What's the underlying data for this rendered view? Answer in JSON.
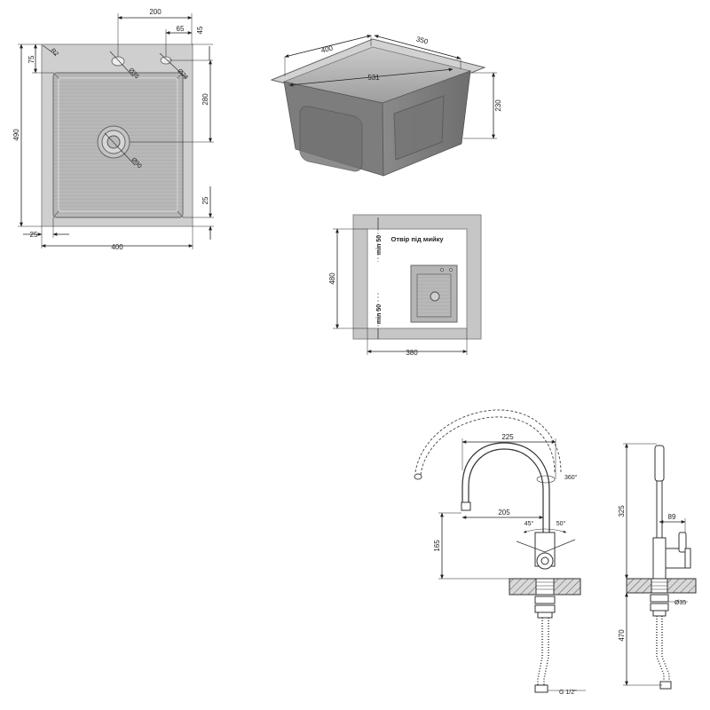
{
  "sink_top_view": {
    "dim_width_total": "400",
    "dim_width_taps": "200",
    "dim_tap_offset": "65",
    "dim_tap_top": "45",
    "dim_tap_side": "75",
    "dim_height_total": "490",
    "dim_height_upper": "280",
    "dim_flange_bottom": "25",
    "dim_flange_left": "25",
    "corner_radius": "R2",
    "hole_tap": "Ø35",
    "hole_dispenser": "Ø28",
    "drain": "Ø90"
  },
  "sink_3d_view": {
    "dim_length": "400",
    "dim_width": "350",
    "dim_diagonal": "531",
    "dim_depth": "230"
  },
  "cutout_view": {
    "label": "Отвір під мийку",
    "dim_height": "480",
    "dim_width": "380",
    "min_top": "min 50",
    "min_bottom": "min 50"
  },
  "faucet_front": {
    "dim_reach": "225",
    "dim_spout": "205",
    "dim_height": "165",
    "angle_rotate": "360°",
    "angle_left": "45°",
    "angle_right": "50°",
    "thread": "G 1/2\""
  },
  "faucet_side": {
    "dim_height": "325",
    "dim_lever": "89",
    "dim_hole": "Ø35",
    "dim_hose": "470"
  }
}
